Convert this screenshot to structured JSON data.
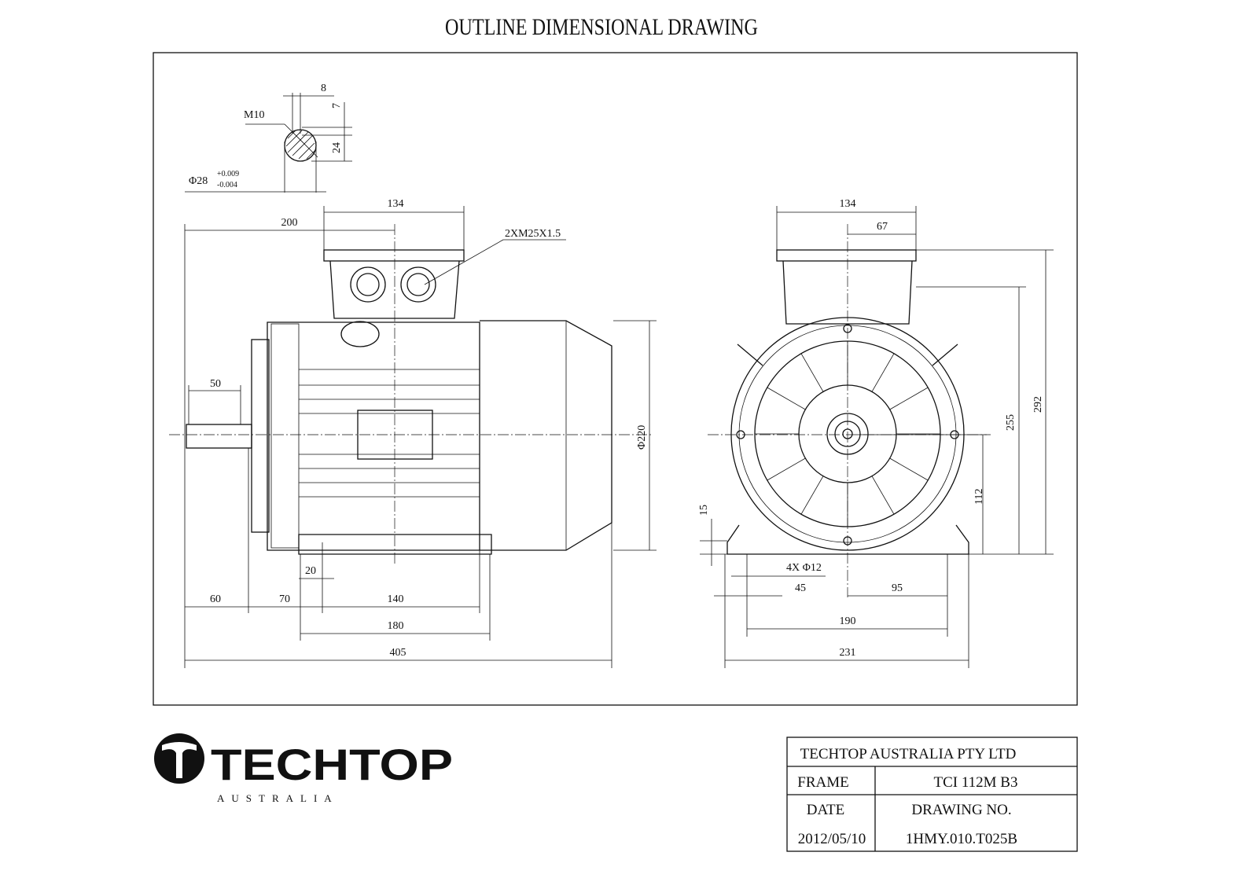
{
  "title": "OUTLINE DIMENSIONAL DRAWING",
  "shaft_detail": {
    "key_width": "8",
    "key_depth": "7",
    "thread": "M10",
    "height": "24",
    "diameter": "Φ28",
    "tolerance_upper": "+0.009",
    "tolerance_lower": "-0.004"
  },
  "side_view": {
    "terminal_box_width": "134",
    "terminal_box_offset": "200",
    "cable_gland": "2XM25X1.5",
    "shaft_length": "50",
    "flange_diameter": "Φ220",
    "foot_hole": "20",
    "shaft_to_shoulder": "60",
    "shoulder_to_hole": "70",
    "hole_spacing": "140",
    "foot_length": "180",
    "overall_length": "405"
  },
  "front_view": {
    "terminal_box_width": "134",
    "terminal_box_half": "67",
    "overall_height": "292",
    "box_height": "255",
    "shaft_height": "112",
    "foot_thickness": "15",
    "foot_holes": "4X Φ12",
    "foot_edge": "45",
    "half_hole_spacing": "95",
    "hole_spacing": "190",
    "overall_width": "231"
  },
  "logo": {
    "brand": "TECHTOP",
    "sub": "AUSTRALIA"
  },
  "title_block": {
    "company": "TECHTOP AUSTRALIA PTY LTD",
    "frame_label": "FRAME",
    "frame_value": "TCI 112M B3",
    "date_label": "DATE",
    "drawing_no_label": "DRAWING NO.",
    "date_value": "2012/05/10",
    "drawing_no_value": "1HMY.010.T025B"
  }
}
